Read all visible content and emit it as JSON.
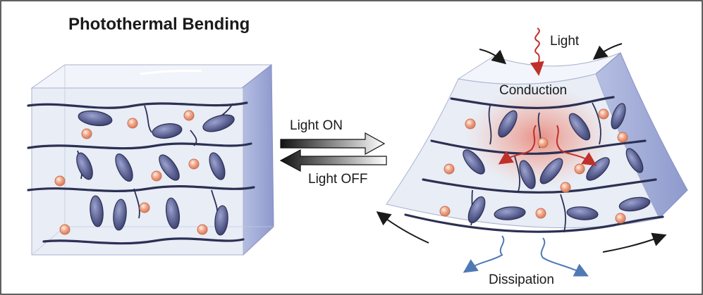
{
  "title": "Photothermal Bending",
  "labels": {
    "light_on": "Light ON",
    "light_off": "Light OFF",
    "light": "Light",
    "conduction": "Conduction",
    "dissipation": "Dissipation"
  },
  "colors": {
    "block_fill": "#e6ecf5",
    "block_side": "#9ea9d6",
    "chain": "#2c3053",
    "mesogen": "#5d6392",
    "particle": "#f0a286",
    "heat": "#e66a5a",
    "light_arrow": "#c0302b",
    "dissipation_arrow": "#4f79b4"
  }
}
